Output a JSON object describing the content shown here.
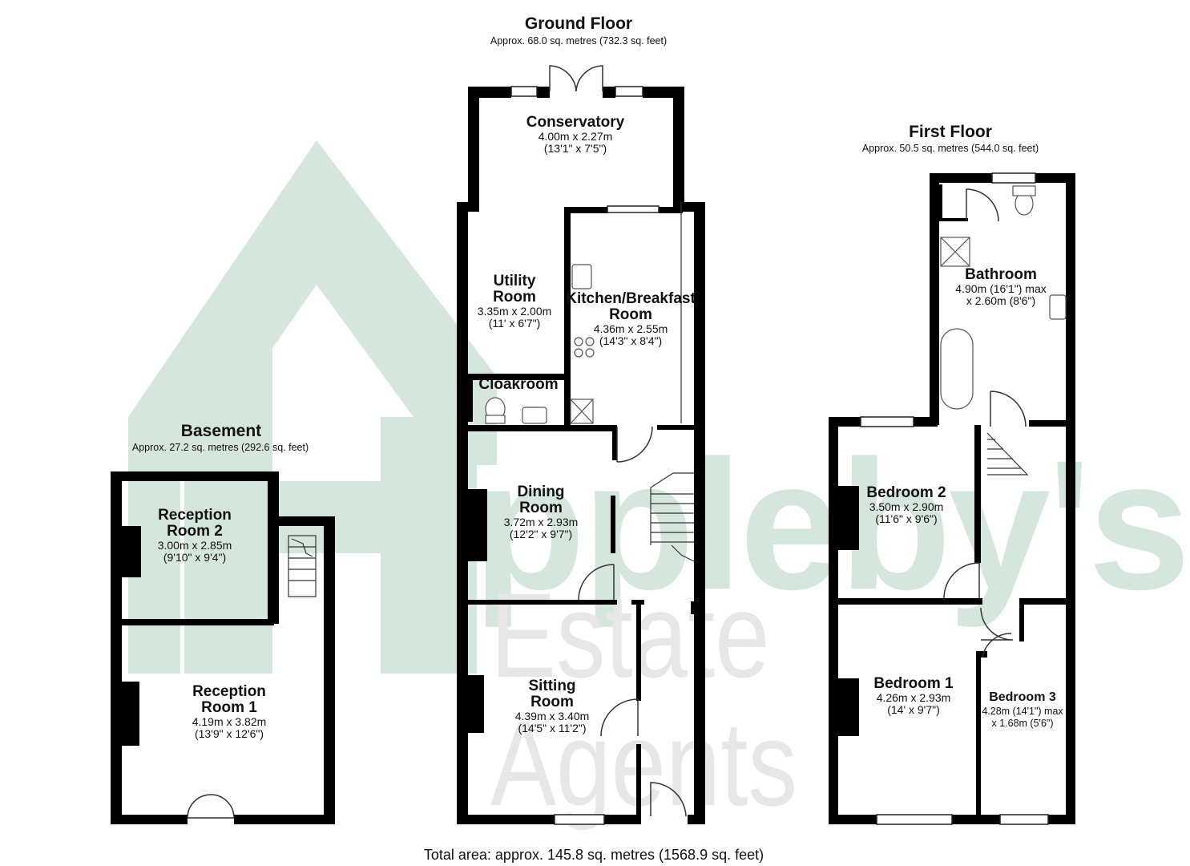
{
  "watermark": {
    "brand_text": "ppleby's",
    "tagline": "Estate Agents",
    "colors": {
      "green": "#d5e6dc",
      "grey": "#e7e7e7"
    }
  },
  "colors": {
    "wall": "#000000",
    "fixture_stroke": "#666666"
  },
  "floors": {
    "ground": {
      "title": "Ground Floor",
      "area": "Approx. 68.0 sq. metres (732.3 sq. feet)"
    },
    "first": {
      "title": "First Floor",
      "area": "Approx. 50.5 sq. metres (544.0 sq. feet)"
    },
    "basement": {
      "title": "Basement",
      "area": "Approx. 27.2 sq. metres (292.6 sq. feet)"
    }
  },
  "rooms": {
    "conservatory": {
      "name": "Conservatory",
      "metric": "4.00m x 2.27m",
      "imperial": "(13'1\" x 7'5\")"
    },
    "utility": {
      "name_1": "Utility",
      "name_2": "Room",
      "metric": "3.35m x 2.00m",
      "imperial": "(11' x 6'7\")"
    },
    "kitchen": {
      "name_1": "Kitchen/Breakfast",
      "name_2": "Room",
      "metric": "4.36m x 2.55m",
      "imperial": "(14'3\" x 8'4\")"
    },
    "cloakroom": {
      "name": "Cloakroom"
    },
    "dining": {
      "name_1": "Dining",
      "name_2": "Room",
      "metric": "3.72m x 2.93m",
      "imperial": "(12'2\" x 9'7\")"
    },
    "sitting": {
      "name_1": "Sitting",
      "name_2": "Room",
      "metric": "4.39m x 3.40m",
      "imperial": "(14'5\" x 11'2\")"
    },
    "bathroom": {
      "name": "Bathroom",
      "metric": "4.90m (16'1\") max",
      "imperial": "x 2.60m (8'6\")"
    },
    "bedroom2": {
      "name": "Bedroom 2",
      "metric": "3.50m x 2.90m",
      "imperial": "(11'6\" x 9'6\")"
    },
    "bedroom1": {
      "name": "Bedroom 1",
      "metric": "4.26m x 2.93m",
      "imperial": "(14' x 9'7\")"
    },
    "bedroom3": {
      "name": "Bedroom 3",
      "metric": "4.28m (14'1\") max",
      "imperial": "x 1.68m (5'6\")"
    },
    "reception2": {
      "name_1": "Reception",
      "name_2": "Room 2",
      "metric": "3.00m x 2.85m",
      "imperial": "(9'10\" x 9'4\")"
    },
    "reception1": {
      "name_1": "Reception",
      "name_2": "Room 1",
      "metric": "4.19m x 3.82m",
      "imperial": "(13'9\" x 12'6\")"
    }
  },
  "total_area": "Total area: approx. 145.8 sq. metres (1568.9 sq. feet)"
}
